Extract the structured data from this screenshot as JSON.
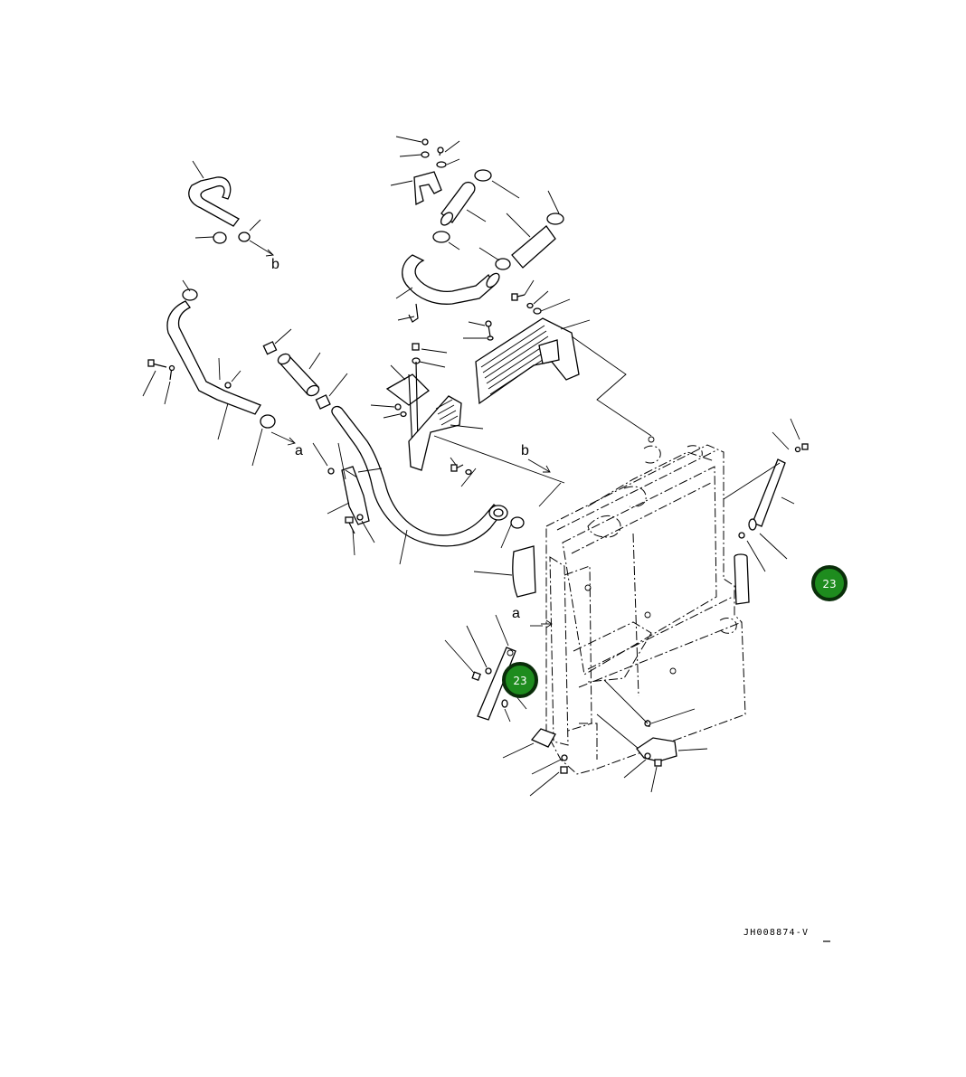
{
  "diagram": {
    "reference_code": "JH008874-V",
    "reference_labels": {
      "a_hose_end": "a",
      "a_radiator": "a",
      "b_top_hose": "b",
      "b_radiator": "b"
    },
    "callouts": [
      {
        "id": "callout-right",
        "label": "23"
      },
      {
        "id": "callout-lower",
        "label": "23"
      }
    ],
    "colors": {
      "callout_fill": "#1e8c1e",
      "callout_border": "#0a2e0a",
      "line": "#000000"
    }
  }
}
